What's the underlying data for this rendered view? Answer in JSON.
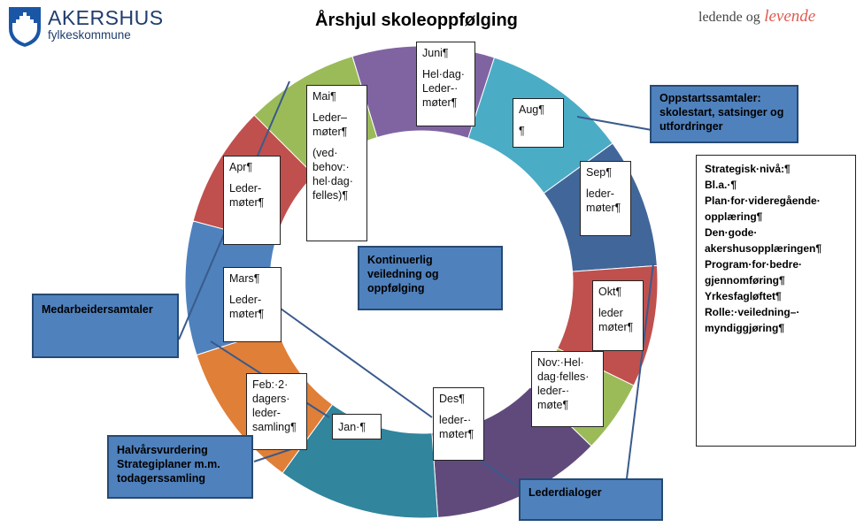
{
  "header": {
    "logo_name": "AKERSHUS",
    "logo_sub": "fylkeskommune",
    "title": "Årshjul skoleoppfølging",
    "slogan_a": "ledende og",
    "slogan_b": "levende"
  },
  "ring": {
    "colors": {
      "purple": "#8064a2",
      "teal": "#4bacc6",
      "dark_blue": "#41679a",
      "red": "#c0504d",
      "olive": "#9bbb59",
      "violet": "#604a7b",
      "dark_teal": "#31859c",
      "orange": "#e07f38",
      "blue": "#4f81bd",
      "connector": "#3a5a8c"
    }
  },
  "months": {
    "juni": [
      "Juni¶",
      "",
      "Hel·dag·",
      "Leder-·",
      "møter¶"
    ],
    "mai": [
      "Mai¶",
      "",
      "Leder–",
      "møter¶",
      "",
      "(ved·",
      "behov:·",
      "hel·dag·",
      "felles)¶"
    ],
    "aug": [
      "Aug¶",
      "",
      "¶"
    ],
    "apr": [
      "Apr¶",
      "",
      "Leder-",
      "møter¶"
    ],
    "sep": [
      "Sep¶",
      "",
      "leder-",
      "møter¶"
    ],
    "mars": [
      "Mars¶",
      "",
      "Leder-",
      "møter¶"
    ],
    "okt": [
      "Okt¶",
      "",
      "leder",
      "møter¶"
    ],
    "nov": [
      "Nov:·Hel·",
      "dag·felles·",
      "leder-·",
      "møte¶"
    ],
    "des": [
      "Des¶",
      "",
      "leder-·",
      "møter¶"
    ],
    "feb": [
      "Feb:·2·",
      "dagers·",
      "leder-",
      "samling¶"
    ],
    "jan": [
      "Jan·¶"
    ]
  },
  "callouts": {
    "oppstart": [
      "Oppstartssamtaler:",
      "skolestart, satsinger og",
      "utfordringer"
    ],
    "kontinuerlig": [
      "Kontinuerlig",
      "veiledning og",
      "oppfølging"
    ],
    "medarbeider": [
      "Medarbeidersamtaler"
    ],
    "halvaar": [
      "Halvårsvurdering",
      "Strategiplaner m.m.",
      "todagerssamling"
    ],
    "lederdialoger": [
      "Lederdialoger"
    ]
  },
  "strategic": {
    "items": [
      "Strategisk·nivå:¶",
      "",
      "Bl.a.·¶",
      "",
      "Plan·for·videregående·",
      "opplæring¶",
      "",
      "Den·gode·",
      "akershusopplæringen¶",
      "",
      "Program·for·bedre·",
      "gjennomføring¶",
      "",
      "Yrkesfagløftet¶",
      "",
      "Rolle:·veiledning–·",
      "myndiggjøring¶"
    ]
  }
}
